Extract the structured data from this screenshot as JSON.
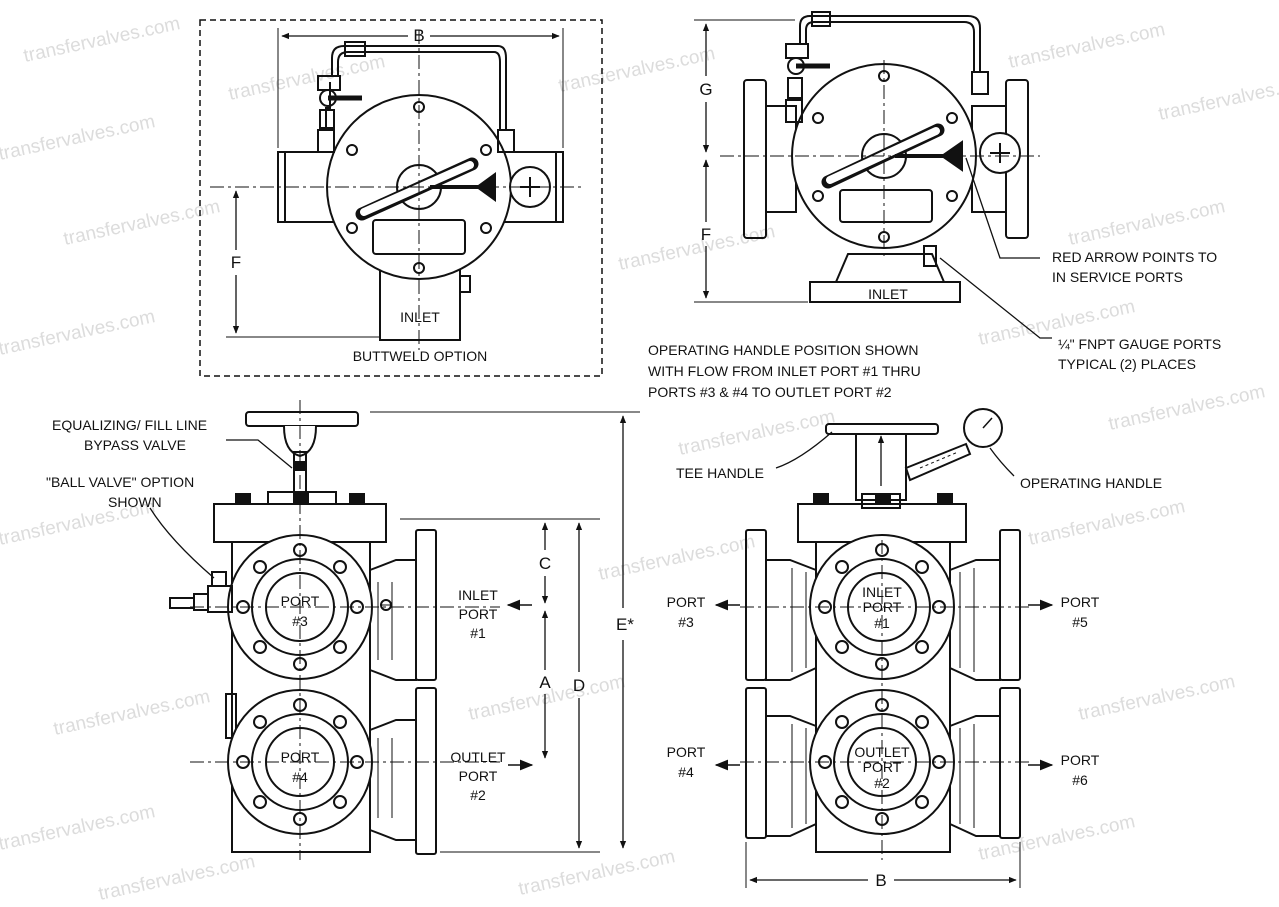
{
  "colors": {
    "ink": "#111111",
    "watermark": "#dcdcdc",
    "background": "#ffffff"
  },
  "watermark": "transfervalves.com",
  "views": {
    "buttweld": {
      "dim_b": "B",
      "dim_f": "F",
      "inlet": "INLET",
      "caption": "BUTTWELD OPTION"
    },
    "top_flanged": {
      "dim_g": "G",
      "dim_f": "F",
      "inlet": "INLET"
    },
    "side": {
      "dim_c": "C",
      "dim_a": "A",
      "dim_d": "D",
      "dim_e": "E*",
      "port3_line1": "PORT",
      "port3_line2": "#3",
      "port4_line1": "PORT",
      "port4_line2": "#4",
      "inlet_line1": "INLET",
      "inlet_line2": "PORT",
      "inlet_line3": "#1",
      "outlet_line1": "OUTLET",
      "outlet_line2": "PORT",
      "outlet_line3": "#2"
    },
    "front": {
      "dim_b": "B",
      "inlet_line1": "INLET",
      "inlet_line2": "PORT",
      "inlet_line3": "#1",
      "outlet_line1": "OUTLET",
      "outlet_line2": "PORT",
      "outlet_line3": "#2",
      "port3_line1": "PORT",
      "port3_line2": "#3",
      "port4_line1": "PORT",
      "port4_line2": "#4",
      "port5_line1": "PORT",
      "port5_line2": "#5",
      "port6_line1": "PORT",
      "port6_line2": "#6"
    }
  },
  "callouts": {
    "red_arrow_line1": "RED ARROW POINTS TO",
    "red_arrow_line2": "IN SERVICE PORTS",
    "gauge_line1": "¼\" FNPT GAUGE PORTS",
    "gauge_line2": "TYPICAL (2) PLACES",
    "handle_pos_line1": "OPERATING HANDLE POSITION SHOWN",
    "handle_pos_line2": "WITH FLOW FROM INLET PORT #1 THRU",
    "handle_pos_line3": "PORTS #3 & #4  TO OUTLET PORT #2",
    "equalizing_line1": "EQUALIZING/ FILL LINE",
    "equalizing_line2": "BYPASS VALVE",
    "ball_valve_line1": "\"BALL VALVE\" OPTION",
    "ball_valve_line2": "SHOWN",
    "tee_handle": "TEE HANDLE",
    "operating_handle": "OPERATING HANDLE"
  }
}
